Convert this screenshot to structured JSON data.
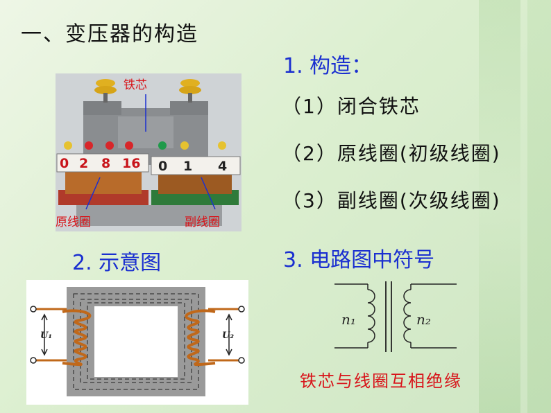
{
  "title": "一、变压器的构造",
  "section1": {
    "heading": "1. 构造：",
    "items": [
      "（1）闭合铁芯",
      "（2）原线圈(初级线圈)",
      "（3）副线圈(次级线圈)"
    ]
  },
  "photo": {
    "core_label": "铁芯",
    "primary_label": "原线圈",
    "secondary_label": "副线圈",
    "primary_terminals": [
      "0",
      "2",
      "8",
      "16"
    ],
    "secondary_terminals": [
      "0",
      "1",
      "4"
    ]
  },
  "section2": {
    "heading": "2. 示意图"
  },
  "schematic": {
    "u1": "U₁",
    "u2": "U₂"
  },
  "section3": {
    "heading": "3. 电路图中符号"
  },
  "symbol": {
    "n1": "n₁",
    "n2": "n₂"
  },
  "note": "铁芯与线圈互相绝缘"
}
